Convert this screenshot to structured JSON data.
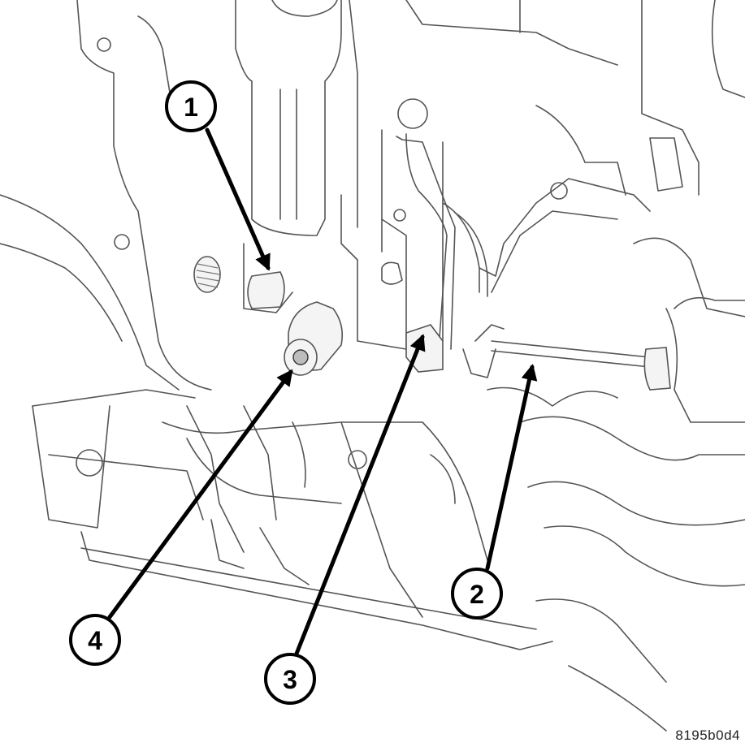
{
  "callouts": [
    {
      "id": "1",
      "label": "1"
    },
    {
      "id": "2",
      "label": "2"
    },
    {
      "id": "3",
      "label": "3"
    },
    {
      "id": "4",
      "label": "4"
    }
  ],
  "reference_code": "8195b0d4"
}
